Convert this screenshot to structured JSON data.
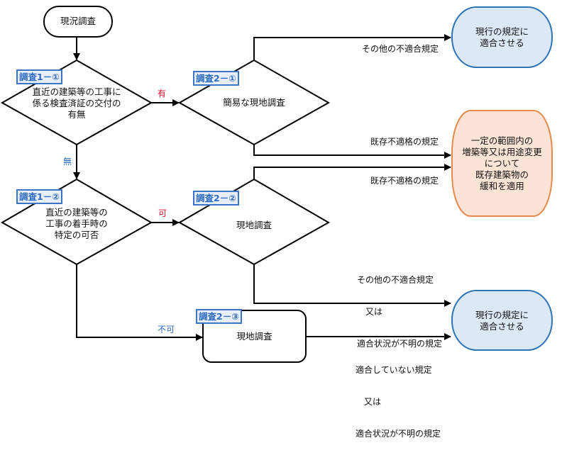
{
  "nodes": {
    "start": "現況調査",
    "q1_1": {
      "tag": "調査1－①",
      "lines": [
        "直近の建築等の工事に",
        "係る検査済証の交付の",
        "有無"
      ]
    },
    "q1_2": {
      "tag": "調査1－②",
      "lines": [
        "直近の建築等の",
        "工事の着手時の",
        "特定の可否"
      ]
    },
    "q2_1": {
      "tag": "調査2－①",
      "text": "簡易な現地調査"
    },
    "q2_2": {
      "tag": "調査2－②",
      "text": "現地調査"
    },
    "q2_3": {
      "tag": "調査2－③",
      "text": "現地調査"
    },
    "result_top": {
      "lines": [
        "現行の規定に",
        "適合させる"
      ]
    },
    "result_mid": {
      "lines": [
        "一定の範囲内の",
        "増築等又は用途変更",
        "について",
        "既存建築物の",
        "緩和を適用"
      ]
    },
    "result_bottom": {
      "lines": [
        "現行の規定に",
        "適合させる"
      ]
    }
  },
  "edges": {
    "yes": "有",
    "no": "無",
    "possible": "可",
    "impossible": "不可",
    "other_nonconforming": "その他の不適合規定",
    "existing_nonconforming_1": "既存不適格の規定",
    "existing_nonconforming_2": "既存不適格の規定",
    "other_or_unknown": [
      "その他の不適合規定",
      "　又は",
      "適合状況が不明の規定"
    ],
    "nonconforming_or_unknown": [
      "適合していない規定",
      "　又は",
      "適合状況が不明の規定"
    ]
  },
  "colors": {
    "blue_fill": "#dde8f6",
    "blue_stroke": "#2e74b5",
    "orange_fill": "#fbe3d6",
    "orange_stroke": "#e58a4e",
    "tag_blue": "#3d74c6",
    "label_red": "#e0102a"
  }
}
